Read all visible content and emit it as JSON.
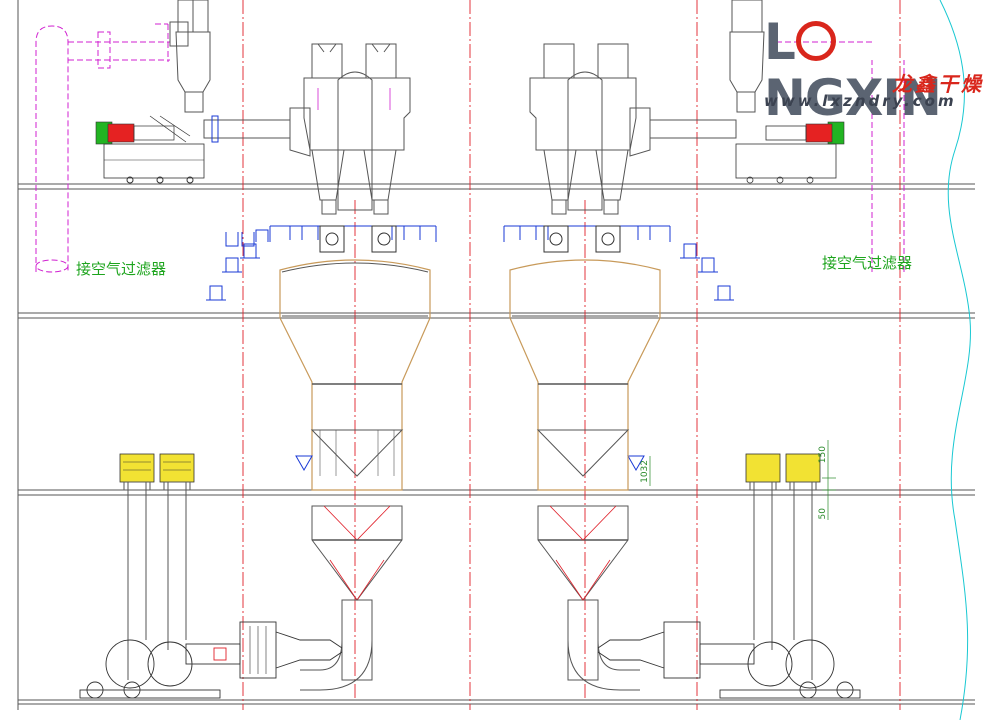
{
  "brand": {
    "name": "LONGXIN",
    "name_prefix": "L",
    "name_suffix": "NGXIN",
    "chinese_name": "龙鑫干燥",
    "website": "www.lxzndry.com",
    "colors": {
      "word": "#5b6472",
      "accent": "#d9261c",
      "url": "#3b4250"
    }
  },
  "annotations": {
    "left_filter_label": "接空气过滤器",
    "right_filter_label": "接空气过滤器",
    "dim_150": "150",
    "dim_50": "50",
    "dim_1032": "1032"
  },
  "colors": {
    "structure": "#555555",
    "centerline": "#e0202a",
    "duct_magenta": "#d020d0",
    "valves_blue": "#1a3ad6",
    "motor_green": "#22b422",
    "motor_red": "#e52222",
    "filter_yellow": "#f2e233",
    "vessel_outline": "#c89a5a",
    "boundary_cyan": "#19c8d2"
  }
}
